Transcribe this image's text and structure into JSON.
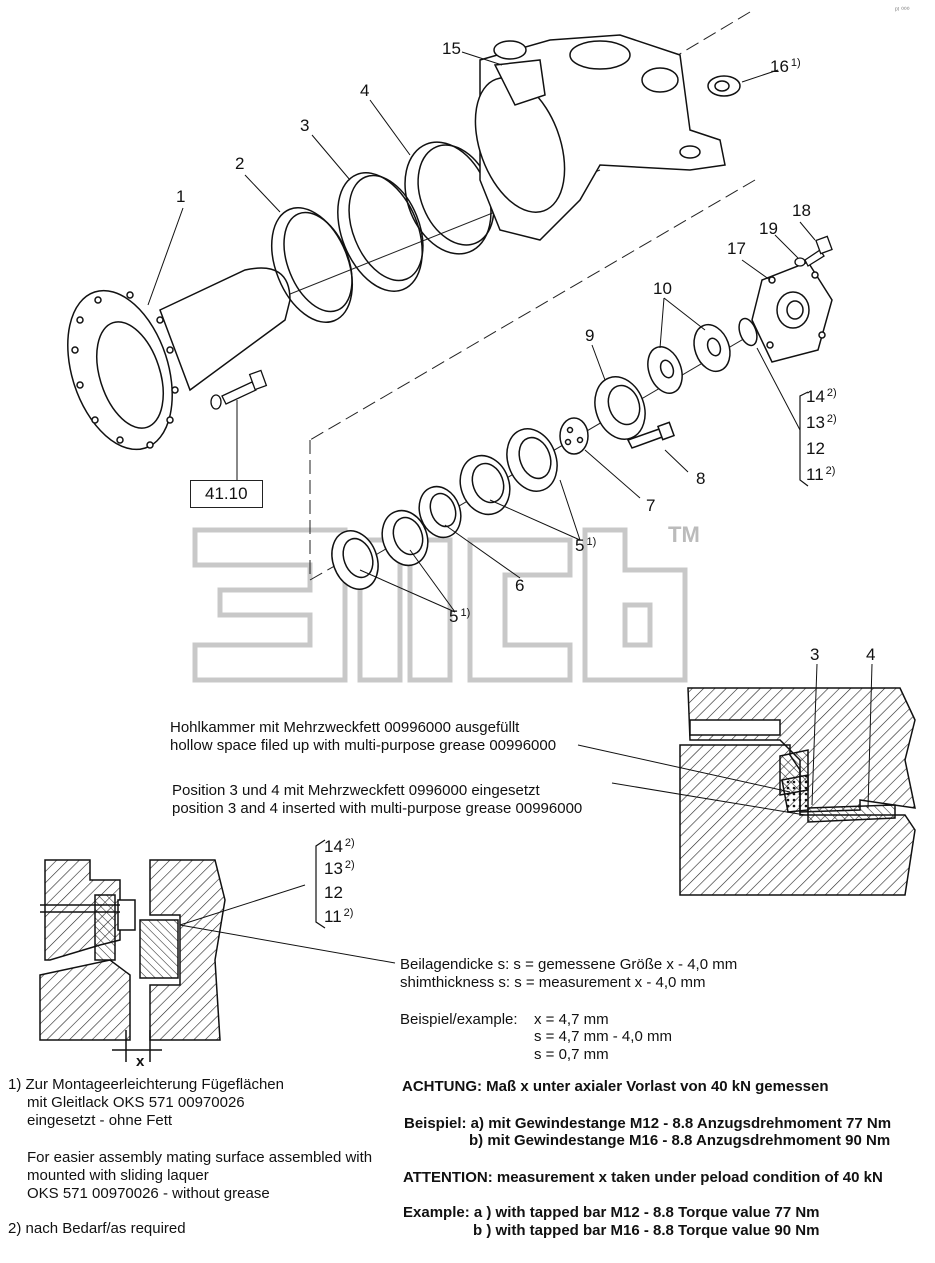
{
  "corner_mark": "ᵖᵗ ⁰⁰⁰",
  "watermark": {
    "tm": "TM"
  },
  "callouts": {
    "c1": "1",
    "c2": "2",
    "c3": "3",
    "c4": "4",
    "c5a": "5",
    "c5b": "5",
    "c6": "6",
    "c7": "7",
    "c8": "8",
    "c9": "9",
    "c10": "10",
    "c15": "15",
    "c16": "16",
    "c17": "17",
    "c18": "18",
    "c19": "19",
    "sup1": "1)",
    "sup2": "2)"
  },
  "ref_box": "41.10",
  "shim_group": [
    "14",
    "13",
    "12",
    "11"
  ],
  "detail": {
    "label3": "3",
    "label4": "4",
    "x_label": "x"
  },
  "notes": {
    "grease_de": "Hohlkammer mit Mehrzweckfett 00996000 ausgefüllt",
    "grease_en": "hollow space filed up with multi-purpose grease 00996000",
    "pos_de": "Position 3 und 4 mit Mehrzweckfett 0996000 eingesetzt",
    "pos_en": "position 3 and 4 inserted with multi-purpose grease 00996000",
    "shim_de": "Beilagendicke s: s = gemessene Größe x - 4,0 mm",
    "shim_en": "shimthickness s: s = measurement x - 4,0 mm",
    "ex_label": "Beispiel/example:",
    "ex1": "x = 4,7 mm",
    "ex2": "s = 4,7 mm - 4,0 mm",
    "ex3": "s = 0,7 mm",
    "achtung": "ACHTUNG: Maß x unter axialer Vorlast von 40 kN gemessen",
    "beispiel_a": "Beispiel: a) mit Gewindestange M12 - 8.8 Anzugsdrehmoment 77 Nm",
    "beispiel_b": "b) mit Gewindestange M16 - 8.8 Anzugsdrehmoment 90 Nm",
    "attention": "ATTENTION: measurement x taken under peload condition of 40 kN",
    "example_a": "Example: a ) with tapped bar M12 - 8.8 Torque value 77 Nm",
    "example_b": "b ) with tapped bar M16 -  8.8 Torque value 90 Nm",
    "fn1_de_1": "1) Zur Montageerleichterung Fügeflächen",
    "fn1_de_2": "mit Gleitlack OKS 571 00970026",
    "fn1_de_3": "eingesetzt - ohne Fett",
    "fn1_en_1": "For easier assembly mating surface assembled with",
    "fn1_en_2": "mounted with sliding laquer",
    "fn1_en_3": "OKS 571 00970026 - without grease",
    "fn2": "2) nach Bedarf/as required"
  }
}
